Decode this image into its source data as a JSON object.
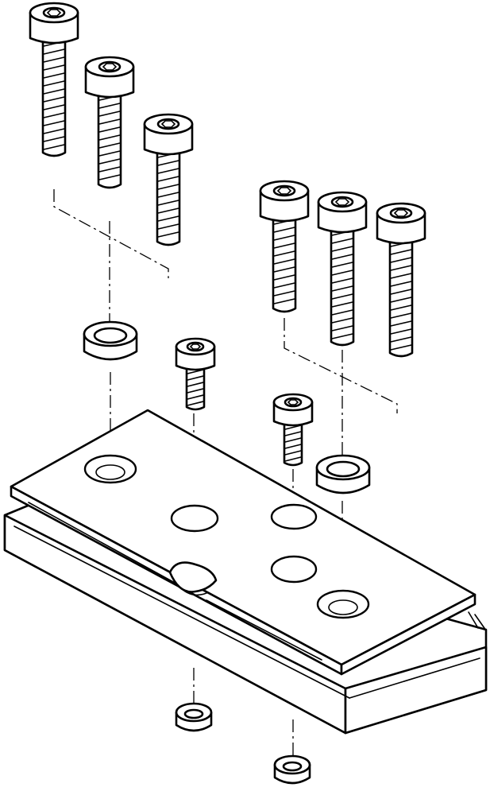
{
  "drawing": {
    "subject": "",
    "line_color": "#000000",
    "background_color": "#ffffff"
  },
  "parts": {
    "long_screw_count": 6,
    "short_screw_count": 2,
    "centering_sleeve_count": 2,
    "nut_count": 2,
    "plate_count": 1
  }
}
